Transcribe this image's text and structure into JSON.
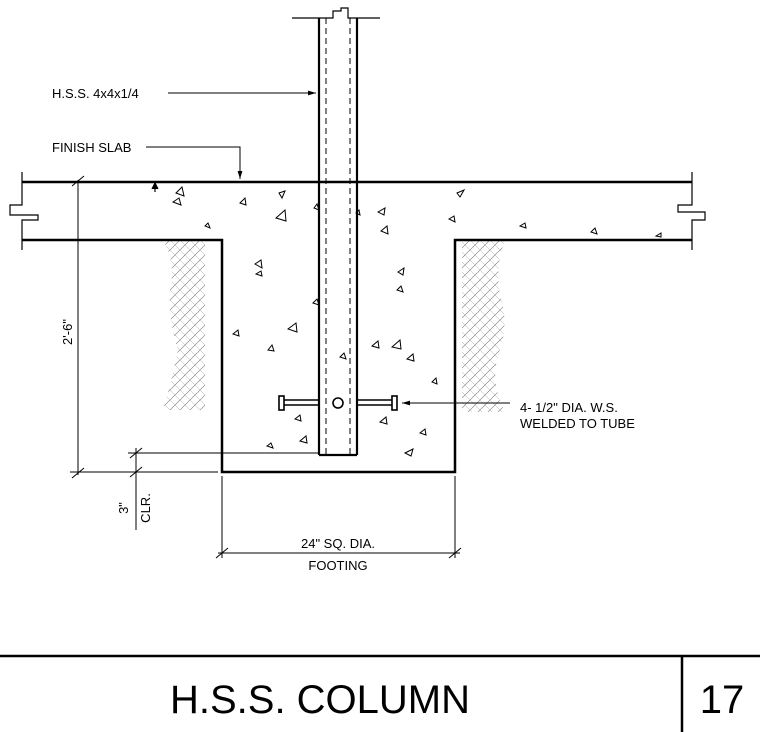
{
  "labels": {
    "hss": "H.S.S. 4x4x1/4",
    "finish_slab": "FINISH SLAB",
    "depth_dim": "2'-6\"",
    "clear_dim": "3\"",
    "clear_abbr": "CLR.",
    "footing_dim": "24\" SQ. DIA.",
    "footing": "FOOTING",
    "studs_line1": "4- 1/2\" DIA. W.S.",
    "studs_line2": "WELDED TO TUBE"
  },
  "title_block": {
    "title": "H.S.S. COLUMN",
    "detail_number": "17"
  }
}
